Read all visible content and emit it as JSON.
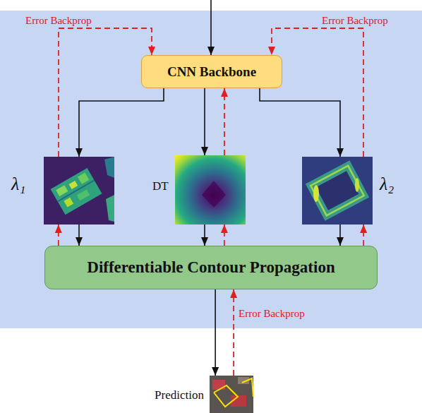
{
  "diagram": {
    "nodes": [
      {
        "text": [
          "CNN Backbone"
        ]
      },
      {
        "text": [
          "λ₁"
        ]
      },
      {
        "text": [
          "DT"
        ]
      },
      {
        "text": [
          "λ₂"
        ]
      },
      {
        "text": [
          "Differentiable Contour Propagation"
        ]
      },
      {
        "text": [
          "Prediction"
        ]
      }
    ],
    "edges": [
      {
        "from": 0,
        "to": 1,
        "arrow": "to"
      },
      {
        "from": 0,
        "to": 2,
        "arrow": "to"
      },
      {
        "from": 0,
        "to": 3,
        "arrow": "to"
      },
      {
        "from": 1,
        "to": 4,
        "arrow": "to"
      },
      {
        "from": 2,
        "to": 4,
        "arrow": "to"
      },
      {
        "from": 3,
        "to": 4,
        "arrow": "to"
      },
      {
        "from": 4,
        "to": 5,
        "arrow": "to"
      },
      {
        "from": 5,
        "to": 4,
        "arrow": "to",
        "label": "Error Backprop"
      },
      {
        "from": 4,
        "to": 1,
        "arrow": "to"
      },
      {
        "from": 4,
        "to": 2,
        "arrow": "to"
      },
      {
        "from": 4,
        "to": 3,
        "arrow": "to"
      },
      {
        "from": 1,
        "to": 0,
        "arrow": "to",
        "label": "Error Backprop"
      },
      {
        "from": 2,
        "to": 0,
        "arrow": "to"
      },
      {
        "from": 3,
        "to": 0,
        "arrow": "to",
        "label": "Error Backprop"
      }
    ]
  }
}
